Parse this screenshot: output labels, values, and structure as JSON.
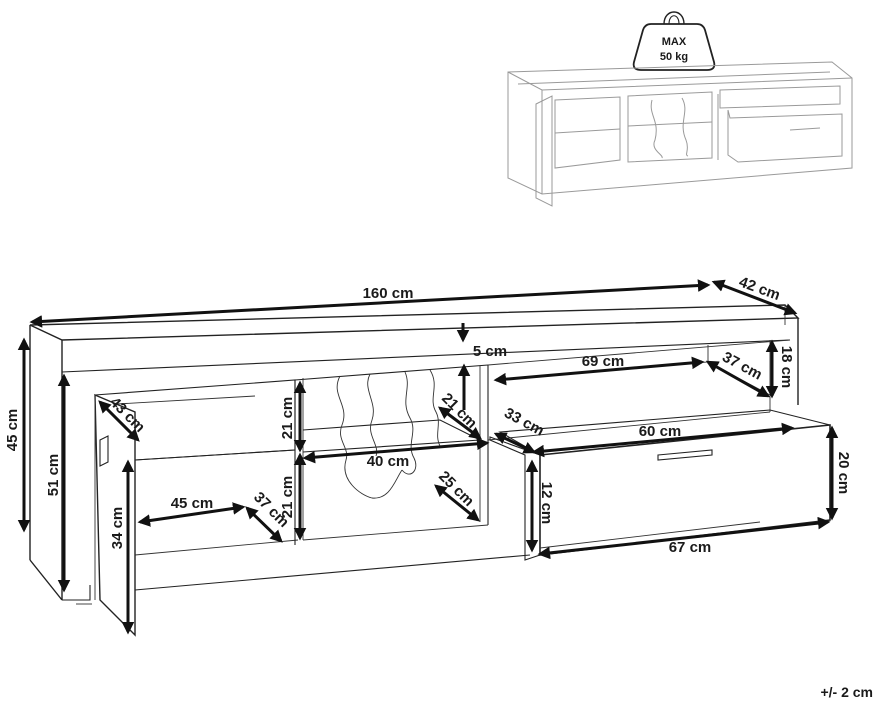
{
  "weight_badge": {
    "line1": "MAX",
    "line2": "50 kg"
  },
  "dimensions": {
    "total_width": "160 cm",
    "total_depth": "42 cm",
    "top_thickness": "5 cm",
    "height_front": "45 cm",
    "height_back": "51 cm",
    "door_height": "34 cm",
    "door_width": "43 cm",
    "left_shelf_width": "45 cm",
    "left_shelf_depth": "37 cm",
    "middle_upper_height": "21 cm",
    "middle_lower_height": "21 cm",
    "middle_width": "40 cm",
    "glass_shelf_depth": "21 cm",
    "middle_depth": "25 cm",
    "right_upper_width": "69 cm",
    "right_upper_depth": "37 cm",
    "right_upper_height": "18 cm",
    "drawer_depth": "33 cm",
    "drawer_width": "60 cm",
    "drawer_front_height": "20 cm",
    "drawer_inner_height": "12 cm",
    "drawer_front_width": "67 cm"
  },
  "tolerance": "+/- 2 cm"
}
